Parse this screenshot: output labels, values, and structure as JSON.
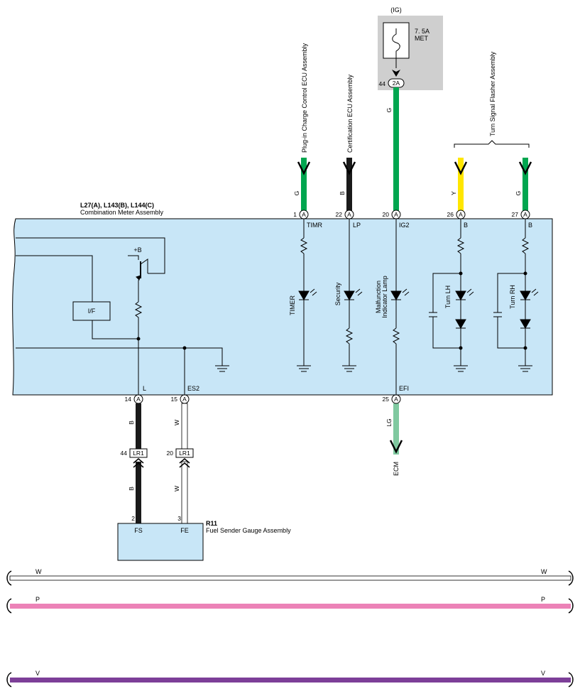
{
  "ig_fuse": {
    "header": "(IG)",
    "rating": "7. 5A",
    "name": "MET",
    "pin_num": "44",
    "connector": "2A",
    "wire_color": "G"
  },
  "meter": {
    "connectors": "L27(A), L143(B), L144(C)",
    "name": "Combination Meter Assembly",
    "transistor_label": "+B",
    "if_label": "I/F"
  },
  "top_pins": [
    {
      "num": "1",
      "conn": "A",
      "term": "TIMR",
      "lamp": "TIMER",
      "wire": "G",
      "ecu": "Plug-in Charge Control ECU Assembly"
    },
    {
      "num": "22",
      "conn": "A",
      "term": "LP",
      "lamp": "Security",
      "wire": "B",
      "ecu": "Certification ECU Assembly"
    },
    {
      "num": "20",
      "conn": "A",
      "term": "IG2",
      "lamp_line1": "Malfunction",
      "lamp_line2": "Indicator Lamp",
      "wire": "G"
    },
    {
      "num": "26",
      "conn": "A",
      "term": "B",
      "lamp": "Turn LH",
      "wire": "Y"
    },
    {
      "num": "27",
      "conn": "A",
      "term": "B",
      "lamp": "Turn RH",
      "wire": "G"
    }
  ],
  "turn_signal_ecu": "Turn Signal Flasher Assembly",
  "bottom_pins": [
    {
      "num": "14",
      "conn": "A",
      "term": "L",
      "wire": "B"
    },
    {
      "num": "15",
      "conn": "A",
      "term": "ES2",
      "wire": "W"
    },
    {
      "num": "25",
      "conn": "A",
      "term": "EFI",
      "wire": "LG",
      "dest": "ECM"
    }
  ],
  "junction": [
    {
      "num": "44",
      "conn": "LR1",
      "wire": "B"
    },
    {
      "num": "20",
      "conn": "LR1",
      "wire": "W"
    }
  ],
  "sender": {
    "id": "R11",
    "name": "Fuel Sender Gauge Assembly",
    "pin1_num": "2",
    "pin1_term": "FS",
    "pin2_num": "3",
    "pin2_term": "FE"
  },
  "buses": [
    {
      "label": "W",
      "color": "#ffffff"
    },
    {
      "label": "P",
      "color": "#ec82b7"
    },
    {
      "label": "V",
      "color": "#7d3f98"
    }
  ],
  "colors": {
    "G": "#00a64f",
    "B": "#1a1a1a",
    "Y": "#ffe600",
    "LG": "#80c9a0",
    "W": "#ffffff",
    "meter_fill": "#c8e6f7",
    "fuse_box": "#cfcfcf"
  }
}
